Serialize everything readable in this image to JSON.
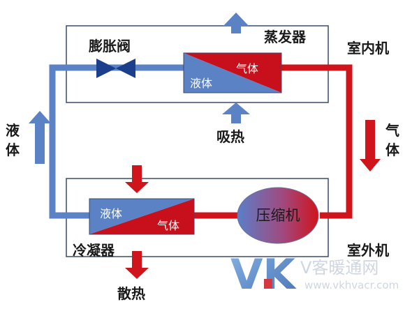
{
  "labels": {
    "evaporator": "蒸发器",
    "indoor_unit": "室内机",
    "expansion_valve": "膨胀阀",
    "gas_left": "气",
    "gas_right": "体",
    "liquid_left_1": "液",
    "liquid_left_2": "体",
    "absorb_heat": "吸热",
    "condenser": "冷凝器",
    "dissipate_heat": "散热",
    "compressor": "压缩机",
    "outdoor_unit": "室外机",
    "evap_liquid": "液体",
    "evap_gas": "气体",
    "cond_liquid": "液体",
    "cond_gas": "气体"
  },
  "watermark": {
    "logo_letters": "VK",
    "brand": "V客暖通网",
    "url": "www.vkhvacr.com"
  },
  "colors": {
    "hot": "#d0141c",
    "cold": "#5a82c4",
    "valve": "#1c3f8c",
    "box_line": "#3b4a6b"
  }
}
